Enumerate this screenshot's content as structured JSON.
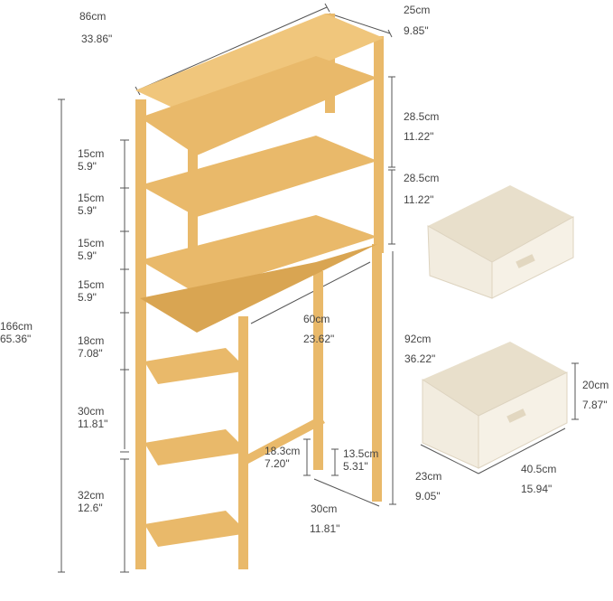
{
  "colors": {
    "bamboo": "#e9b96a",
    "bamboo_dark": "#c98f3c",
    "fabric": "#f2ecdf",
    "fabric_inner": "#e8dfcb",
    "dimension_line": "#555555",
    "text": "#444444"
  },
  "labels": {
    "overall_width": {
      "cm": "86cm",
      "in": "33.86\""
    },
    "overall_depth": {
      "cm": "25cm",
      "in": "9.85\""
    },
    "top_gap_1": {
      "cm": "28.5cm",
      "in": "11.22\""
    },
    "top_gap_2": {
      "cm": "28.5cm",
      "in": "11.22\""
    },
    "overall_height": {
      "cm": "166cm",
      "in": "65.36\""
    },
    "side_gaps": [
      {
        "cm": "15cm",
        "in": "5.9\""
      },
      {
        "cm": "15cm",
        "in": "5.9\""
      },
      {
        "cm": "15cm",
        "in": "5.9\""
      },
      {
        "cm": "15cm",
        "in": "5.9\""
      },
      {
        "cm": "18cm",
        "in": "7.08\""
      },
      {
        "cm": "30cm",
        "in": "11.81\""
      },
      {
        "cm": "32cm",
        "in": "12.6\""
      }
    ],
    "inner_width": {
      "cm": "60cm",
      "in": "23.62\""
    },
    "inner_height": {
      "cm": "92cm",
      "in": "36.22\""
    },
    "front_bar_height": {
      "cm": "18.3cm",
      "in": "7.20\""
    },
    "rear_bar_height": {
      "cm": "13.5cm",
      "in": "5.31\""
    },
    "leg_depth": {
      "cm": "30cm",
      "in": "11.81\""
    },
    "box_depth": {
      "cm": "23cm",
      "in": "9.05\""
    },
    "box_width": {
      "cm": "40.5cm",
      "in": "15.94\""
    },
    "box_height": {
      "cm": "20cm",
      "in": "7.87\""
    }
  }
}
